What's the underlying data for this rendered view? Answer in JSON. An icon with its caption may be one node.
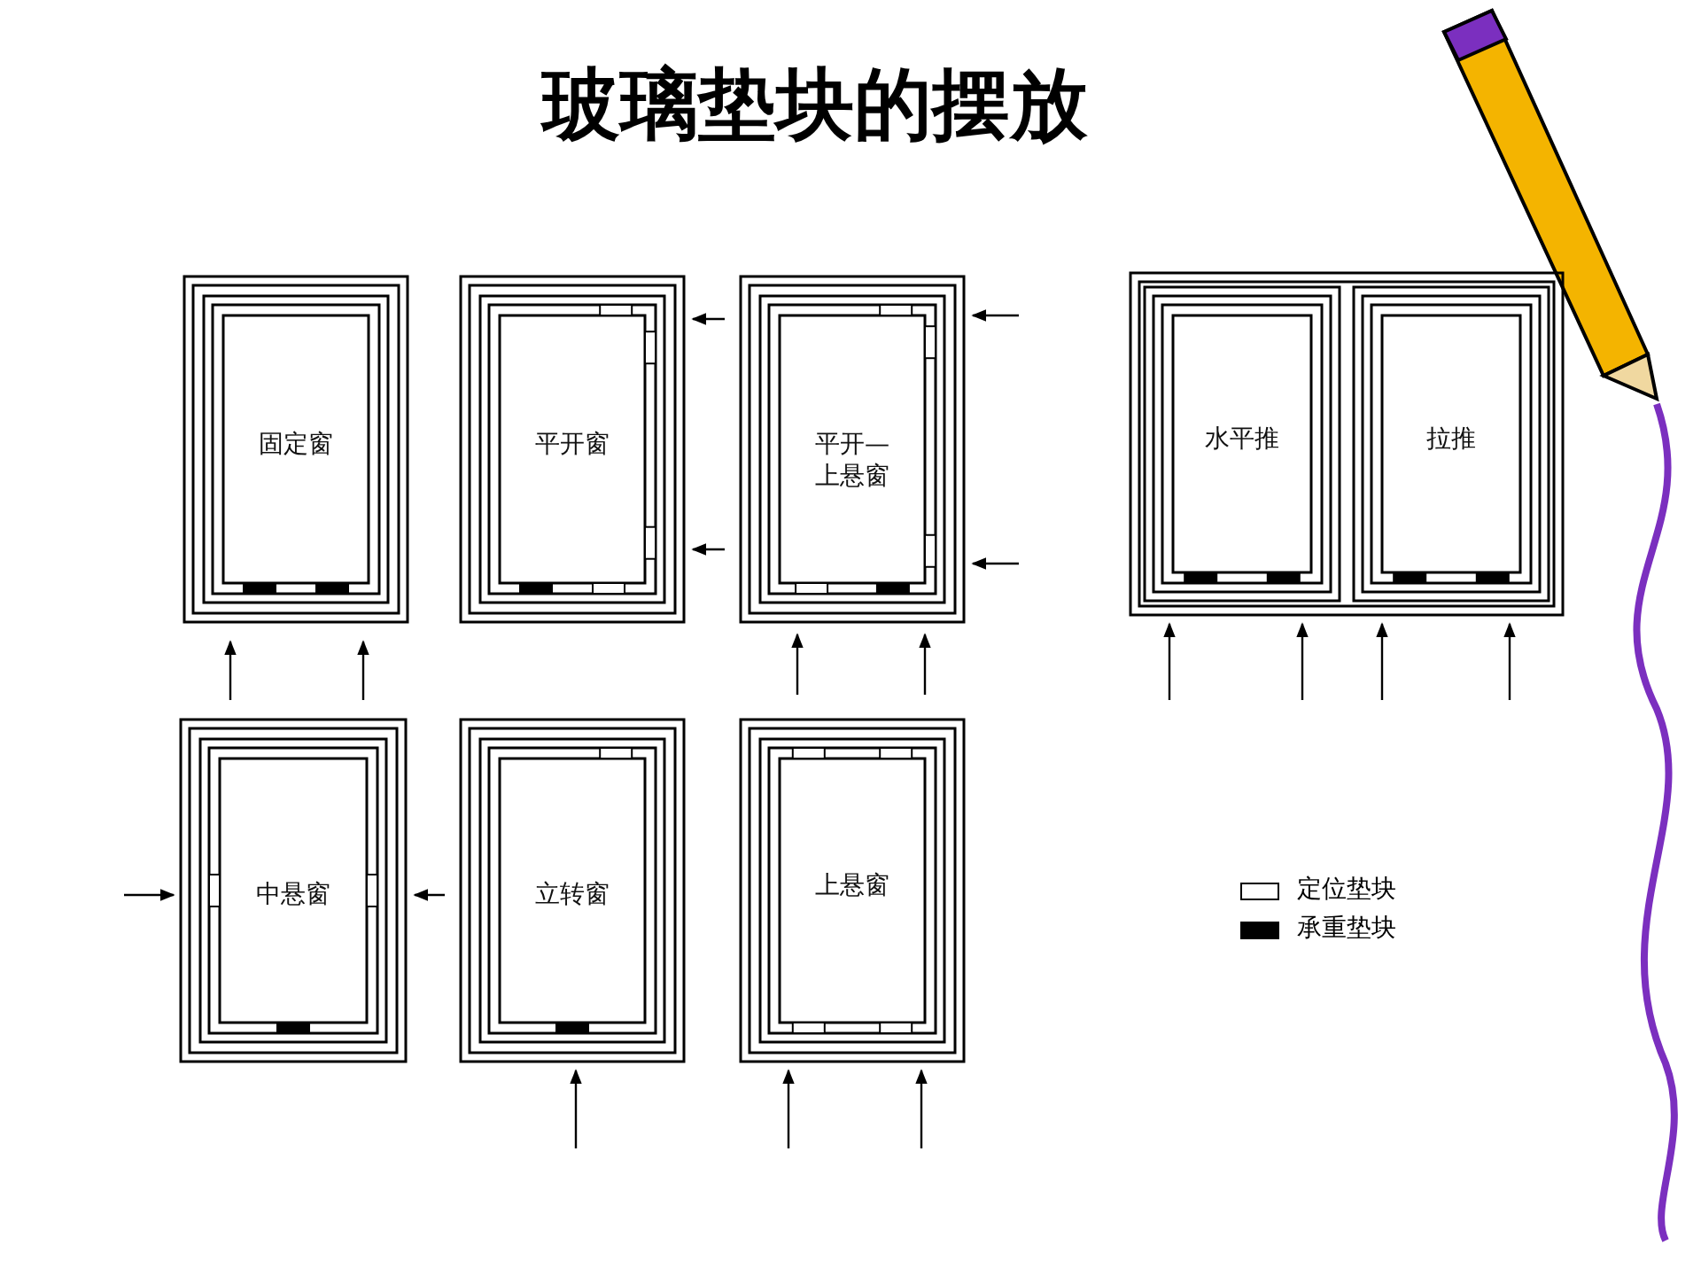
{
  "diagram": {
    "title": "玻璃垫块的摆放",
    "nodes": [
      {
        "text": [
          "固定窗"
        ]
      },
      {
        "text": [
          "平开窗"
        ]
      },
      {
        "text": [
          "平开—上悬窗"
        ]
      },
      {
        "text": [],
        "shape": "box"
      },
      {
        "text": [
          "水平推"
        ],
        "in": 3
      },
      {
        "text": [
          "拉推"
        ],
        "in": 3
      },
      {
        "text": [
          "中悬窗"
        ]
      },
      {
        "text": [
          "立转窗"
        ]
      },
      {
        "text": [
          "上悬窗"
        ]
      }
    ],
    "edges": [],
    "legend": [
      {
        "text": "定位垫块",
        "color": "#ffffff"
      },
      {
        "text": "承重垫块",
        "color": "#000000"
      }
    ]
  }
}
